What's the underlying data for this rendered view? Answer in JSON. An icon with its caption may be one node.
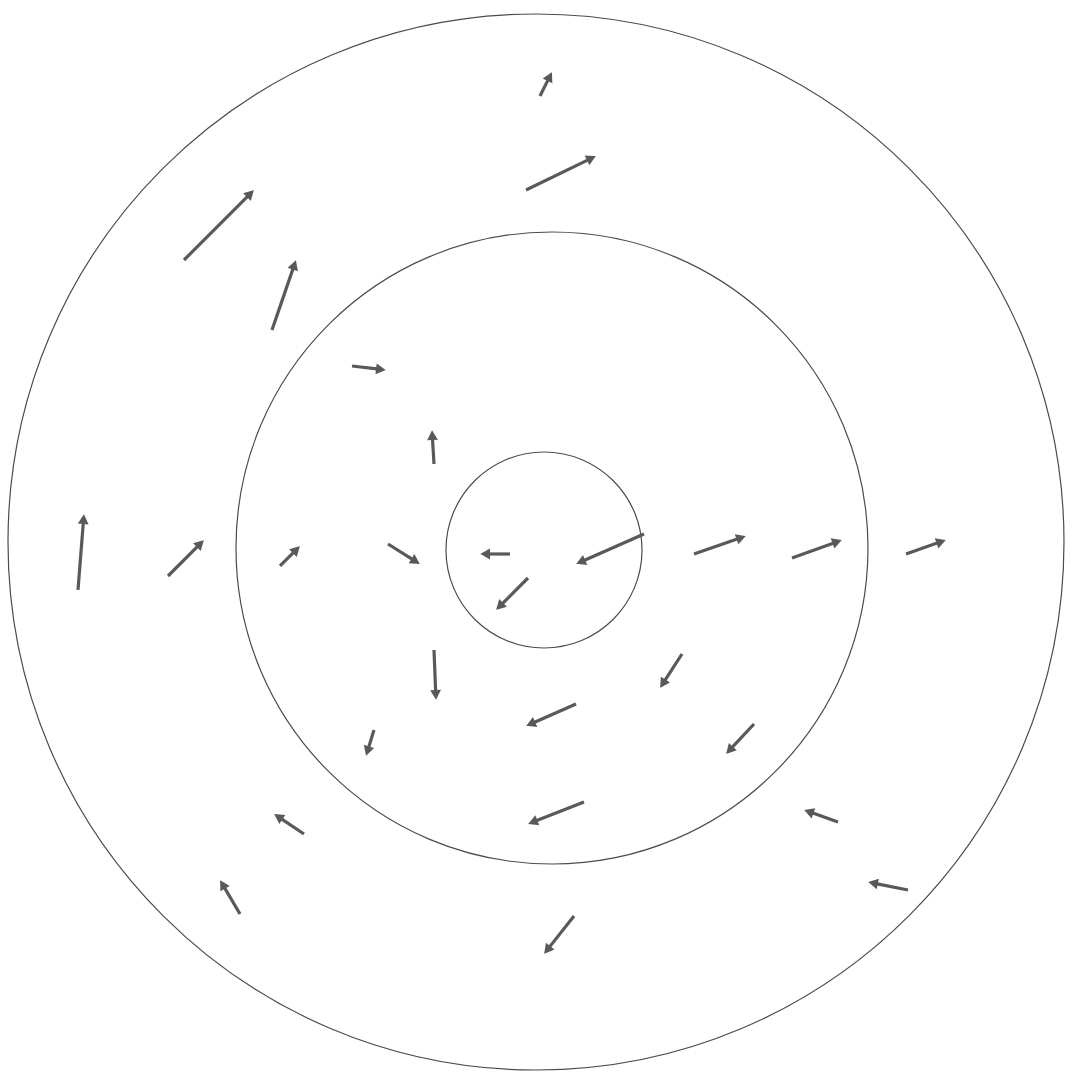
{
  "diagram": {
    "nodes": [
      {
        "text": [],
        "shape": "circle"
      },
      {
        "text": [],
        "shape": "circle",
        "in": 0
      },
      {
        "text": [],
        "shape": "circle",
        "in": 1
      }
    ]
  }
}
